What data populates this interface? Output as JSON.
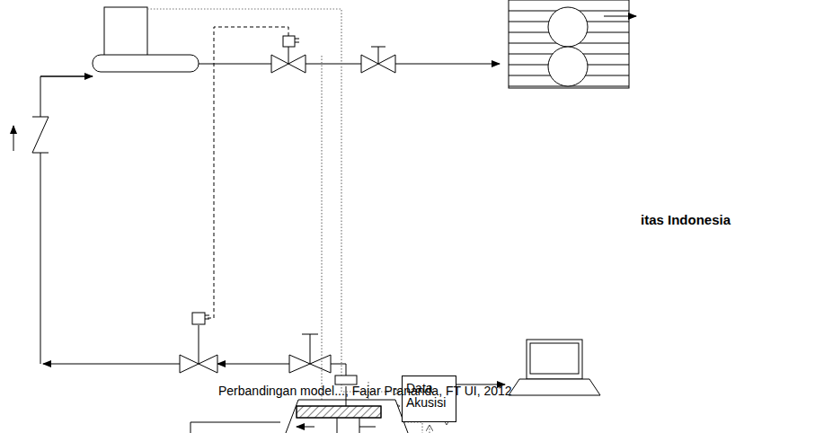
{
  "diagram": {
    "nodes": [
      {
        "text": [
          "Data Akusisi"
        ]
      }
    ],
    "labels": [
      "itas Indonesia",
      "Perbandingan model..., Fajar Prananda, FT UI, 2012"
    ]
  }
}
